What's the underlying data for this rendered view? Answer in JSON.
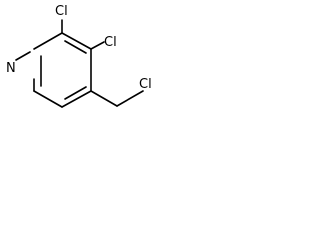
{
  "molecule": {
    "atoms": {
      "n1": "N",
      "cl2": "Cl",
      "cl3": "Cl",
      "cl_ch2": "Cl"
    }
  }
}
